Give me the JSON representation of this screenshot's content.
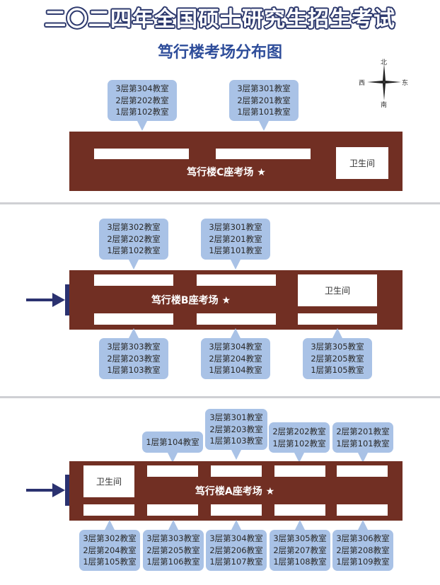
{
  "title": "二〇二四年全国硕士研究生招生考试",
  "subtitle": "笃行楼考场分布图",
  "compass": {
    "north": "北",
    "south": "南",
    "west": "西",
    "east": "东"
  },
  "building_c": {
    "name": "笃行楼C座考场 ★",
    "restroom": "卫生间",
    "top_rooms": [
      [
        "3层第304教室",
        "2层第202教室",
        "1层第102教室"
      ],
      [
        "3层第301教室",
        "2层第201教室",
        "1层第101教室"
      ]
    ]
  },
  "building_b": {
    "name": "笃行楼B座考场 ★",
    "restroom": "卫生间",
    "top_rooms": [
      [
        "3层第302教室",
        "2层第202教室",
        "1层第102教室"
      ],
      [
        "3层第301教室",
        "2层第201教室",
        "1层第101教室"
      ]
    ],
    "bottom_rooms": [
      [
        "3层第303教室",
        "2层第203教室",
        "1层第103教室"
      ],
      [
        "3层第304教室",
        "2层第204教室",
        "1层第104教室"
      ],
      [
        "3层第305教室",
        "2层第205教室",
        "1层第105教室"
      ]
    ]
  },
  "building_a": {
    "name": "笃行楼A座考场 ★",
    "restroom": "卫生间",
    "top_rooms": [
      [
        "1层第104教室"
      ],
      [
        "3层第301教室",
        "2层第203教室",
        "1层第103教室"
      ],
      [
        "2层第202教室",
        "1层第102教室"
      ],
      [
        "2层第201教室",
        "1层第101教室"
      ]
    ],
    "bottom_rooms": [
      [
        "3层第302教室",
        "2层第204教室",
        "1层第105教室"
      ],
      [
        "3层第303教室",
        "2层第205教室",
        "1层第106教室"
      ],
      [
        "3层第304教室",
        "2层第206教室",
        "1层第107教室"
      ],
      [
        "3层第305教室",
        "2层第207教室",
        "1层第108教室"
      ],
      [
        "3层第306教室",
        "2层第208教室",
        "1层第109教室"
      ]
    ]
  },
  "colors": {
    "building": "#712f23",
    "bubble": "#a9c2e6",
    "arrow": "#2b3270",
    "title": "#2e4d9a"
  }
}
